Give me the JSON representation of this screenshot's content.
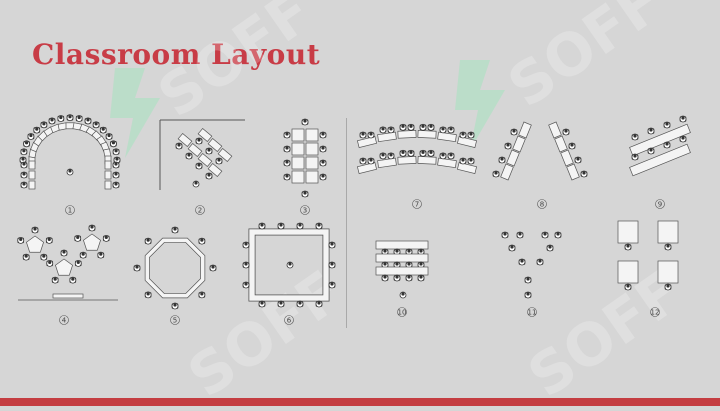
{
  "title": "Classroom Layout",
  "watermark_text": "SOFF",
  "colors": {
    "title": "#c83c46",
    "background": "#d6d6d6",
    "bar": "#c43d41",
    "watermark_logo": "#a6e3c0"
  },
  "layouts": [
    {
      "number": "1",
      "label": "horseshoe"
    },
    {
      "number": "2",
      "label": "angled-corner"
    },
    {
      "number": "3",
      "label": "double-column"
    },
    {
      "number": "4",
      "label": "round-clusters"
    },
    {
      "number": "5",
      "label": "octagon"
    },
    {
      "number": "6",
      "label": "hollow-square"
    },
    {
      "number": "7",
      "label": "curved-rows"
    },
    {
      "number": "8",
      "label": "chevron"
    },
    {
      "number": "9",
      "label": "diagonal-rows"
    },
    {
      "number": "10",
      "label": "stacked-tables"
    },
    {
      "number": "11",
      "label": "y-shape"
    },
    {
      "number": "12",
      "label": "paired-desks"
    }
  ]
}
